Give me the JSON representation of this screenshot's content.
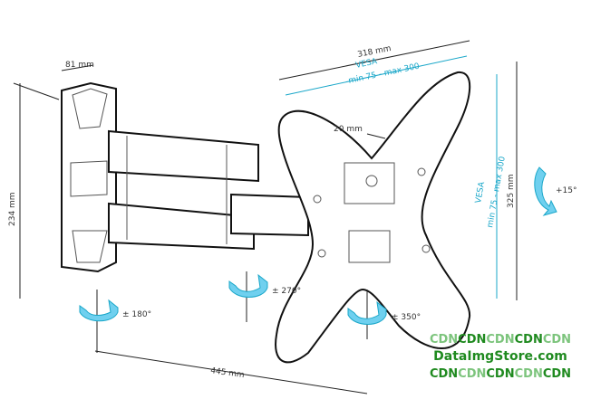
{
  "dimensions": {
    "wall_plate_width": "81 mm",
    "wall_plate_height": "234 mm",
    "plate_width": "318 mm",
    "plate_height": "325 mm",
    "slot": "20 mm",
    "extension": "445 mm"
  },
  "vesa": {
    "title": "VESA",
    "range": "min 75 - max 300"
  },
  "rotations": {
    "wall": "± 180°",
    "arm": "± 270°",
    "plate": "± 350°",
    "tilt": "+15°"
  },
  "watermark": {
    "line1": [
      "CDN",
      "CDN",
      "CDN",
      "CDN",
      "CDN"
    ],
    "line2": "DataImgStore.com",
    "line3": [
      "CDN",
      "CDN",
      "CDN",
      "CDN",
      "CDN"
    ]
  },
  "colors": {
    "accent": "#1aa7c9",
    "watermark": "#1f8a1f"
  }
}
